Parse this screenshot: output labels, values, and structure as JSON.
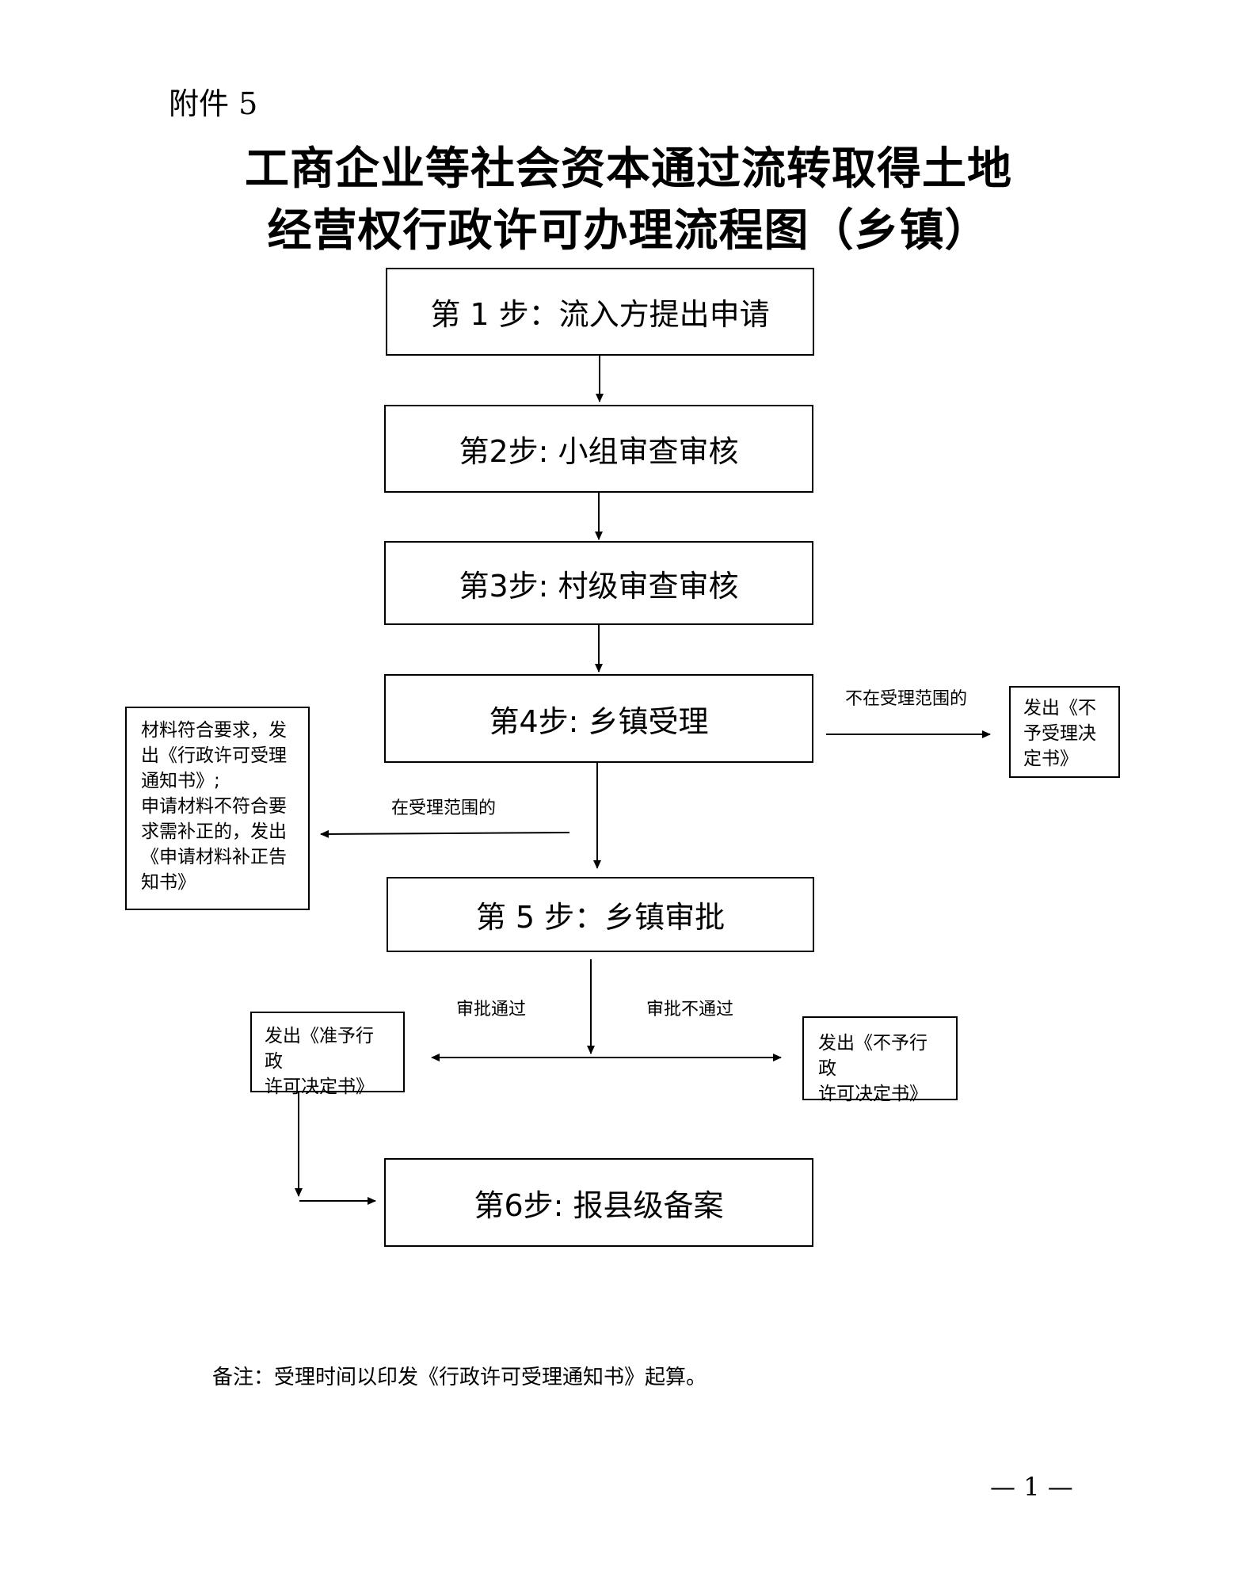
{
  "attachment_label": "附件 5",
  "title": {
    "line1": "工商企业等社会资本通过流转取得土地",
    "line2": "经营权行政许可办理流程图（乡镇）"
  },
  "steps": [
    "第 1 步：流入方提出申请",
    "第2步: 小组审查审核",
    "第3步: 村级审查审核",
    "第4步: 乡镇受理",
    "第 5 步：乡镇审批",
    "第6步: 报县级备案"
  ],
  "edge_labels": {
    "not_in_scope": "不在受理范围的",
    "in_scope": "在受理范围的",
    "approved": "审批通过",
    "not_approved": "审批不通过"
  },
  "outcomes": {
    "reject_acceptance": "发出《不\n予受理决\n定书》",
    "accept_or_correct": "材料符合要求，发\n出《行政许可受理\n通知书》;\n申请材料不符合要\n求需补正的，发出\n《申请材料补正告\n知书》",
    "grant_decision": "发出《准予行政\n许可决定书》",
    "deny_decision": "发出《不予行政\n许可决定书》"
  },
  "footnote": "备注：受理时间以印发《行政许可受理通知书》起算。",
  "page_number": "— 1 —"
}
